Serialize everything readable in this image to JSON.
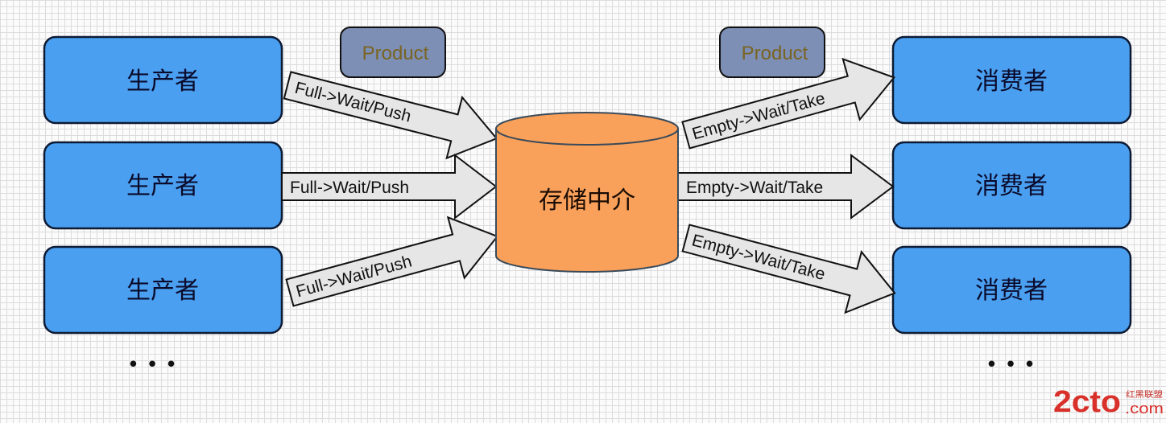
{
  "diagram": {
    "producers": [
      {
        "label": "生产者"
      },
      {
        "label": "生产者"
      },
      {
        "label": "生产者"
      }
    ],
    "producers_more": "• • •",
    "consumers": [
      {
        "label": "消费者"
      },
      {
        "label": "消费者"
      },
      {
        "label": "消费者"
      }
    ],
    "consumers_more": "• • •",
    "storage": {
      "label": "存储中介"
    },
    "product_tags": [
      {
        "label": "Product"
      },
      {
        "label": "Product"
      }
    ],
    "producer_arrows": [
      {
        "label": "Full->Wait/Push"
      },
      {
        "label": "Full->Wait/Push"
      },
      {
        "label": "Full->Wait/Push"
      }
    ],
    "consumer_arrows": [
      {
        "label": "Empty->Wait/Take"
      },
      {
        "label": "Empty->Wait/Take"
      },
      {
        "label": "Empty->Wait/Take"
      }
    ]
  },
  "watermark": {
    "brand": "2cto",
    "domain_suffix": ".com",
    "cn_text": "红黑联盟"
  },
  "colors": {
    "node_fill": "#4a9ff0",
    "node_stroke": "#0d1a33",
    "storage_fill": "#f9a15a",
    "product_fill": "#7d8fb5",
    "arrow_fill": "#e6e6e6",
    "watermark": "#d9302a"
  }
}
